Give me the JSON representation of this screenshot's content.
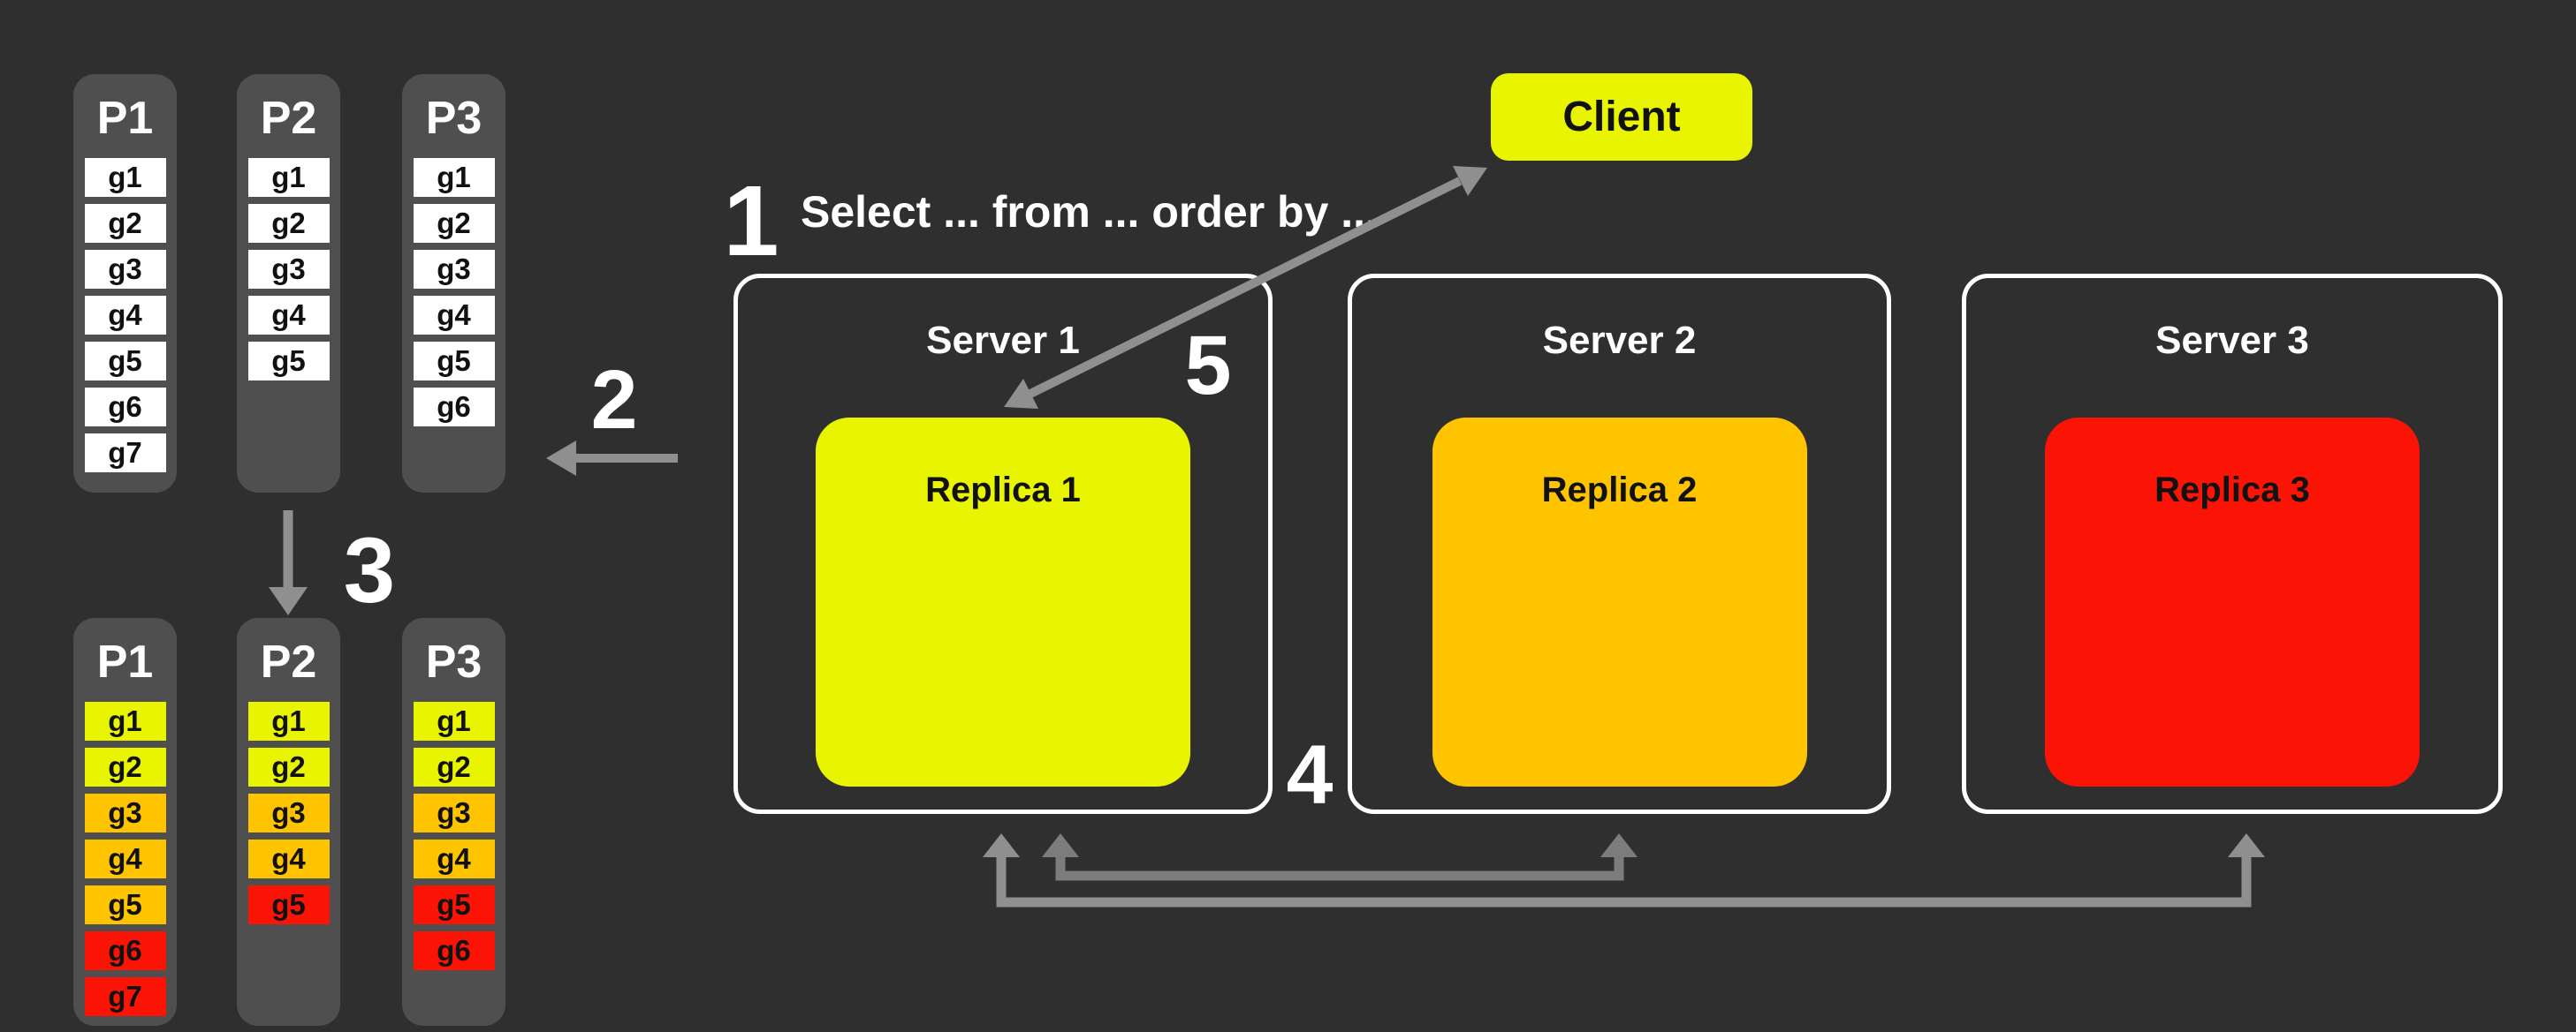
{
  "colors": {
    "background": "#2f2f2f",
    "panel": "#4f4f4f",
    "white_box": "#ffffff",
    "yellow": "#e9f400",
    "orange": "#fec400",
    "red": "#fb1405",
    "arrow": "#8f8f8f",
    "arrow_dark": "#7c7c7c"
  },
  "steps": {
    "step1": {
      "number": "1",
      "query_text": "Select ... from ... order by ..."
    },
    "step2": {
      "number": "2"
    },
    "step3": {
      "number": "3"
    },
    "step4": {
      "number": "4"
    },
    "step5": {
      "number": "5"
    }
  },
  "client": {
    "label": "Client"
  },
  "servers": [
    {
      "title": "Server 1",
      "replica": {
        "label": "Replica 1",
        "color": "yellow"
      }
    },
    {
      "title": "Server 2",
      "replica": {
        "label": "Replica 2",
        "color": "orange"
      }
    },
    {
      "title": "Server 3",
      "replica": {
        "label": "Replica 3",
        "color": "red"
      }
    }
  ],
  "partitions_unsorted": [
    {
      "title": "P1",
      "groups": [
        {
          "label": "g1",
          "color": "white"
        },
        {
          "label": "g2",
          "color": "white"
        },
        {
          "label": "g3",
          "color": "white"
        },
        {
          "label": "g4",
          "color": "white"
        },
        {
          "label": "g5",
          "color": "white"
        },
        {
          "label": "g6",
          "color": "white"
        },
        {
          "label": "g7",
          "color": "white"
        }
      ]
    },
    {
      "title": "P2",
      "groups": [
        {
          "label": "g1",
          "color": "white"
        },
        {
          "label": "g2",
          "color": "white"
        },
        {
          "label": "g3",
          "color": "white"
        },
        {
          "label": "g4",
          "color": "white"
        },
        {
          "label": "g5",
          "color": "white"
        }
      ]
    },
    {
      "title": "P3",
      "groups": [
        {
          "label": "g1",
          "color": "white"
        },
        {
          "label": "g2",
          "color": "white"
        },
        {
          "label": "g3",
          "color": "white"
        },
        {
          "label": "g4",
          "color": "white"
        },
        {
          "label": "g5",
          "color": "white"
        },
        {
          "label": "g6",
          "color": "white"
        }
      ]
    }
  ],
  "partitions_scored": [
    {
      "title": "P1",
      "groups": [
        {
          "label": "g1",
          "color": "yellow"
        },
        {
          "label": "g2",
          "color": "yellow"
        },
        {
          "label": "g3",
          "color": "orange"
        },
        {
          "label": "g4",
          "color": "orange"
        },
        {
          "label": "g5",
          "color": "orange"
        },
        {
          "label": "g6",
          "color": "red"
        },
        {
          "label": "g7",
          "color": "red"
        }
      ]
    },
    {
      "title": "P2",
      "groups": [
        {
          "label": "g1",
          "color": "yellow"
        },
        {
          "label": "g2",
          "color": "yellow"
        },
        {
          "label": "g3",
          "color": "orange"
        },
        {
          "label": "g4",
          "color": "orange"
        },
        {
          "label": "g5",
          "color": "red"
        }
      ]
    },
    {
      "title": "P3",
      "groups": [
        {
          "label": "g1",
          "color": "yellow"
        },
        {
          "label": "g2",
          "color": "yellow"
        },
        {
          "label": "g3",
          "color": "orange"
        },
        {
          "label": "g4",
          "color": "orange"
        },
        {
          "label": "g5",
          "color": "red"
        },
        {
          "label": "g6",
          "color": "red"
        }
      ]
    }
  ]
}
